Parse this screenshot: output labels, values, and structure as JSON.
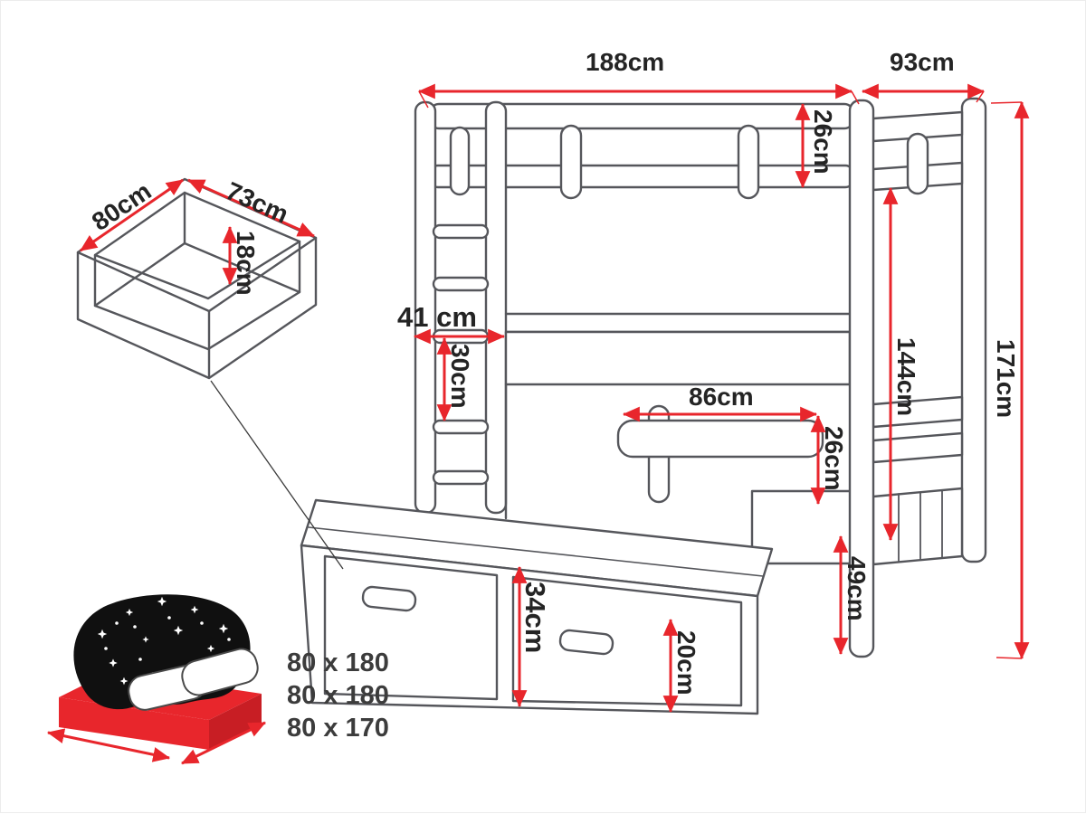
{
  "labels": {
    "bed_width": "188cm",
    "bed_depth": "93cm",
    "top_rail_height": "26cm",
    "total_height": "171cm",
    "under_top_bunk": "144cm",
    "shelf_width": "41 cm",
    "shelf_spacing": "30cm",
    "guard_rail_length": "86cm",
    "guard_rail_height": "26cm",
    "under_bed_clearance": "49cm",
    "trundle_height": "34cm",
    "drawer_front_height": "20cm",
    "storage_drawer_length": "80cm",
    "storage_drawer_width": "73cm",
    "storage_drawer_depth": "18cm"
  },
  "mattress_sizes": [
    "80 x 180",
    "80 x 180",
    "80 x 170"
  ],
  "colors": {
    "dimension_red": "#e8262c",
    "line_gray": "#55565b",
    "text_dark": "#242424"
  }
}
